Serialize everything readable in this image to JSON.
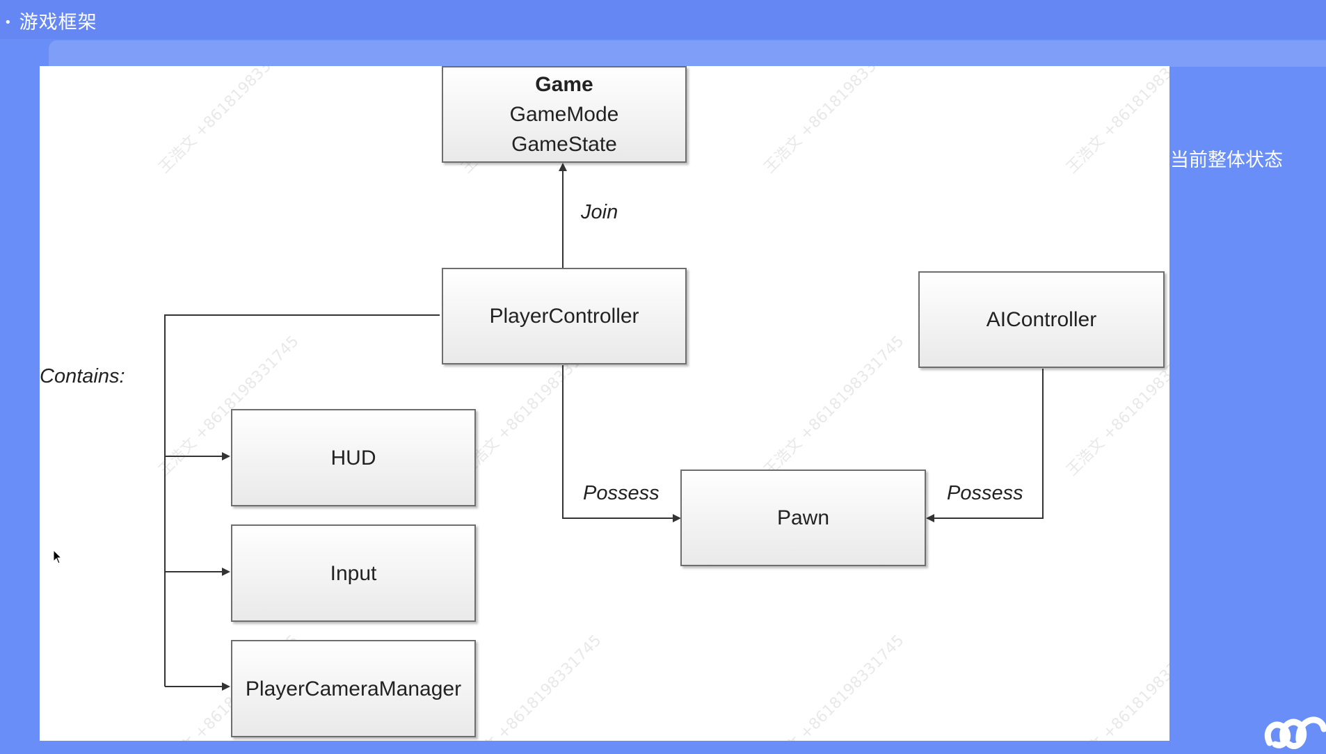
{
  "slide": {
    "title": "游戏框架",
    "side_note": "当前整体状态"
  },
  "diagram": {
    "game_box": {
      "title": "Game",
      "lines": [
        "GameMode",
        "GameState"
      ]
    },
    "player_controller": "PlayerController",
    "ai_controller": "AIController",
    "hud": "HUD",
    "input": "Input",
    "player_camera_manager": "PlayerCameraManager",
    "pawn": "Pawn",
    "edge_labels": {
      "join": "Join",
      "contains": "Contains:",
      "possess_player": "Possess",
      "possess_ai": "Possess"
    }
  },
  "watermark": "王浩文 +8618198331745",
  "colors": {
    "background": "#6a8ef7",
    "canvas": "#ffffff",
    "box_border": "#6d6d6d",
    "line": "#333333"
  }
}
